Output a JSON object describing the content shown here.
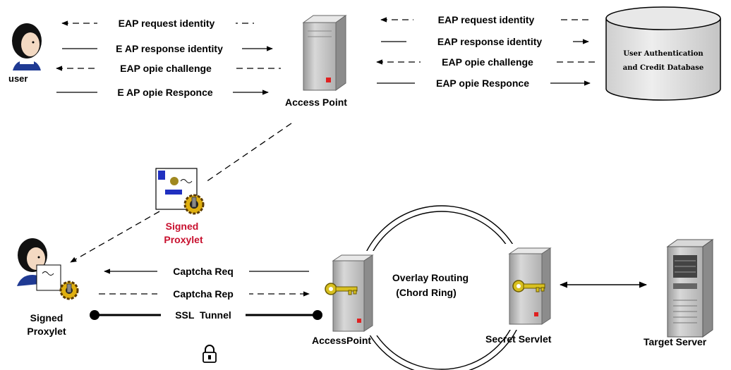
{
  "nodes": {
    "user": "user",
    "access_point_top": "Access Point",
    "database_line1": "User Authentication",
    "database_line2": "and Credit Database",
    "signed_proxylet_line1": "Signed",
    "signed_proxylet_line2": "Proxylet",
    "client_proxylet_line1": "Signed",
    "client_proxylet_line2": "Proxylet",
    "access_point_bottom": "AccessPoint",
    "secret_servlet": "Secret Servlet",
    "target_server": "Target Server",
    "ring_line1": "Overlay Routing",
    "ring_line2": "(Chord Ring)"
  },
  "messages_user_ap": [
    "EAP request identity",
    "E AP response identity",
    "EAP opie challenge",
    "E AP opie Responce"
  ],
  "messages_ap_db": [
    "EAP request identity",
    "EAP response identity",
    "EAP opie challenge",
    "EAP opie Responce"
  ],
  "messages_client_ap": [
    "Captcha Req",
    "Captcha Rep",
    "SSL  Tunnel"
  ],
  "colors": {
    "signed_label": "#c8102e",
    "server_body": "#c8c8c8",
    "server_indicator": "#e02020",
    "key": "#d8c020",
    "database_fill": "#e4e4e4"
  },
  "icons": [
    "user-icon",
    "server-icon",
    "database-icon",
    "document-icon",
    "gear-icon",
    "key-icon",
    "lock-icon"
  ]
}
